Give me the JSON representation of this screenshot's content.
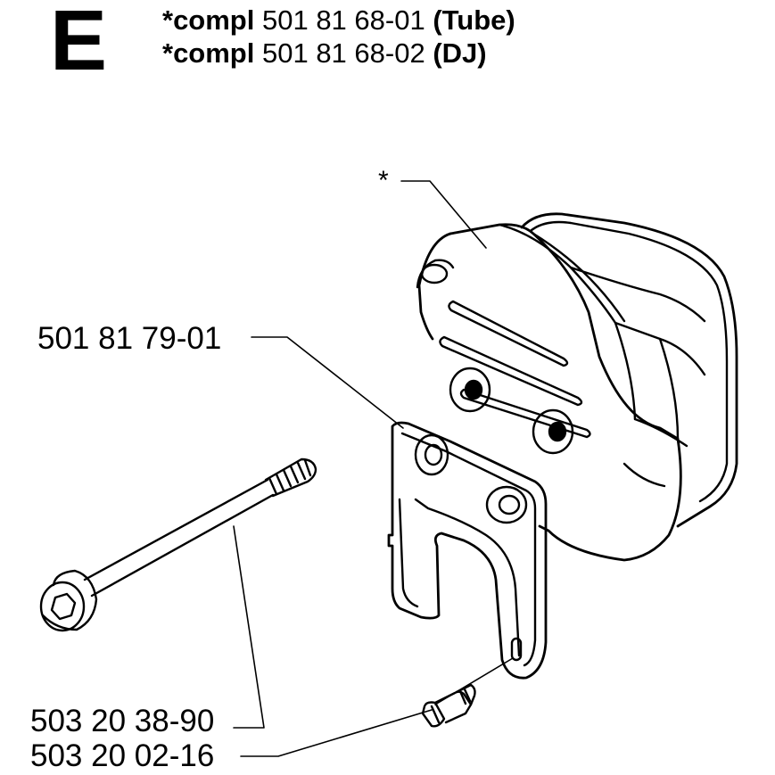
{
  "header": {
    "letter": "E",
    "lines": [
      {
        "prefix": "*compl",
        "number": "501 81 68-01",
        "variant": "(Tube)"
      },
      {
        "prefix": "*compl",
        "number": "501 81 68-02",
        "variant": "(DJ)"
      }
    ]
  },
  "parts": {
    "muffler": {
      "label": "*"
    },
    "bracket": {
      "label": "501 81 79-01"
    },
    "bolt": {
      "label": "503 20 38-90"
    },
    "screw": {
      "label": "503 20 02-16"
    }
  }
}
